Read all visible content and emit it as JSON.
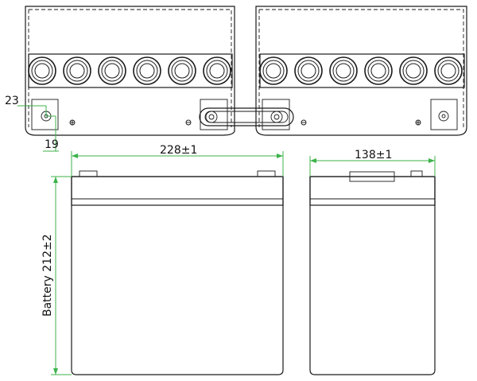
{
  "dimensions": {
    "terminal_offset_x": "23",
    "terminal_offset_y": "19",
    "length": "228±1",
    "width": "138±1",
    "height": "Battery 212±2"
  },
  "colors": {
    "outline": "#1a1a1a",
    "dimension_line": "#3cb34a"
  },
  "views": {
    "top_left": {
      "vents": 6
    },
    "top_right": {
      "vents": 6
    }
  }
}
